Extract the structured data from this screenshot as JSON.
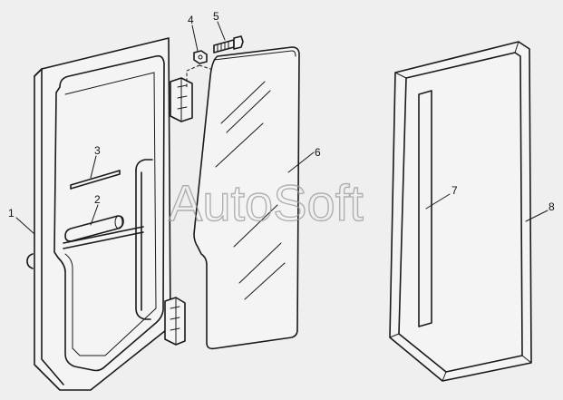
{
  "watermark": "AutoSoft",
  "callouts": [
    {
      "id": "1",
      "label": "1"
    },
    {
      "id": "2",
      "label": "2"
    },
    {
      "id": "3",
      "label": "3"
    },
    {
      "id": "4",
      "label": "4"
    },
    {
      "id": "5",
      "label": "5"
    },
    {
      "id": "6",
      "label": "6"
    },
    {
      "id": "7",
      "label": "7"
    },
    {
      "id": "8",
      "label": "8"
    }
  ],
  "colors": {
    "background": "#efefef",
    "line": "#1a1a1a",
    "watermark": "#9a9a9a"
  }
}
